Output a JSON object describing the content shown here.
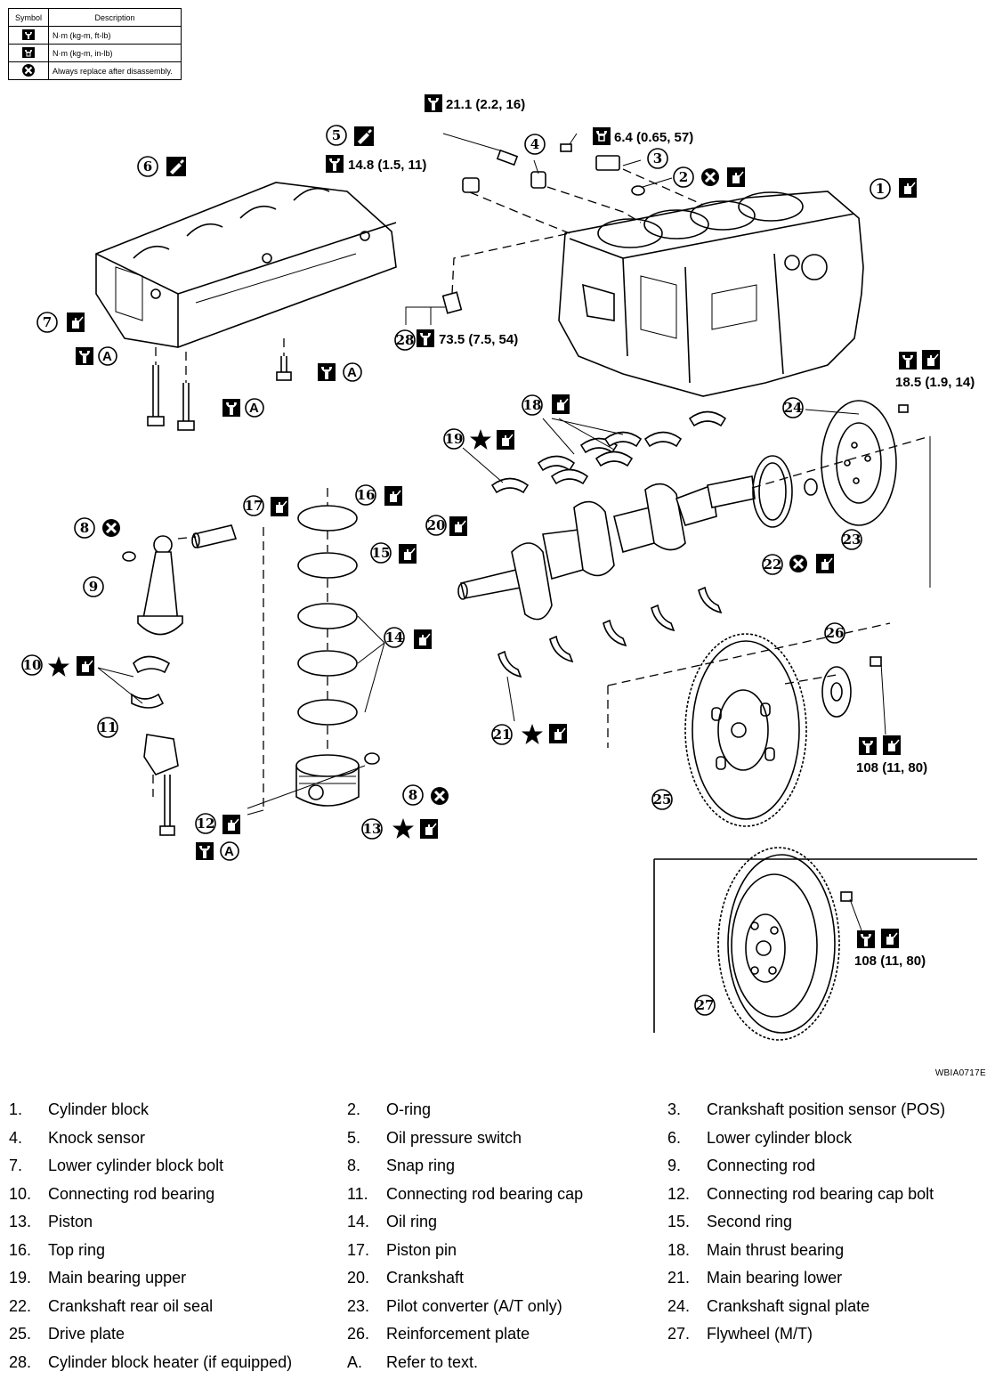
{
  "legend": {
    "headers": [
      "Symbol",
      "Description"
    ],
    "rows": [
      {
        "icon": "torque-wrench-icon",
        "text": "N·m (kg-m, ft-lb)"
      },
      {
        "icon": "torque-wrench-inlb-icon",
        "text": "N·m (kg-m, in-lb)"
      },
      {
        "icon": "always-replace-icon",
        "text": "Always replace after disassembly."
      }
    ]
  },
  "torques": {
    "t_21_1": "21.1 (2.2, 16)",
    "t_14_8": "14.8 (1.5, 11)",
    "t_6_4": "6.4 (0.65, 57)",
    "t_73_5": "73.5 (7.5, 54)",
    "t_18_5": "18.5 (1.9, 14)",
    "t_108_a": "108 (11, 80)",
    "t_108_b": "108 (11, 80)"
  },
  "callouts": {
    "c1": "1",
    "c2": "2",
    "c3": "3",
    "c4": "4",
    "c5": "5",
    "c6": "6",
    "c7": "7",
    "c8a": "8",
    "c8b": "8",
    "c9": "9",
    "c10": "10",
    "c11": "11",
    "c12": "12",
    "c13": "13",
    "c14": "14",
    "c15": "15",
    "c16": "16",
    "c17": "17",
    "c18": "18",
    "c19": "19",
    "c20": "20",
    "c21": "21",
    "c22": "22",
    "c23": "23",
    "c24": "24",
    "c25": "25",
    "c26": "26",
    "c27": "27",
    "c28": "28"
  },
  "refA": "A",
  "figure_code": "WBIA0717E",
  "parts": [
    {
      "n": "1.",
      "label": "Cylinder block"
    },
    {
      "n": "2.",
      "label": "O-ring"
    },
    {
      "n": "3.",
      "label": "Crankshaft position sensor (POS)"
    },
    {
      "n": "4.",
      "label": "Knock sensor"
    },
    {
      "n": "5.",
      "label": "Oil pressure switch"
    },
    {
      "n": "6.",
      "label": "Lower cylinder block"
    },
    {
      "n": "7.",
      "label": "Lower cylinder block bolt"
    },
    {
      "n": "8.",
      "label": "Snap ring"
    },
    {
      "n": "9.",
      "label": "Connecting rod"
    },
    {
      "n": "10.",
      "label": "Connecting rod bearing"
    },
    {
      "n": "11.",
      "label": "Connecting rod bearing cap"
    },
    {
      "n": "12.",
      "label": "Connecting rod bearing cap bolt"
    },
    {
      "n": "13.",
      "label": "Piston"
    },
    {
      "n": "14.",
      "label": "Oil ring"
    },
    {
      "n": "15.",
      "label": "Second ring"
    },
    {
      "n": "16.",
      "label": "Top ring"
    },
    {
      "n": "17.",
      "label": "Piston pin"
    },
    {
      "n": "18.",
      "label": "Main thrust bearing"
    },
    {
      "n": "19.",
      "label": "Main bearing upper"
    },
    {
      "n": "20.",
      "label": "Crankshaft"
    },
    {
      "n": "21.",
      "label": "Main bearing lower"
    },
    {
      "n": "22.",
      "label": "Crankshaft rear oil seal"
    },
    {
      "n": "23.",
      "label": "Pilot converter (A/T only)"
    },
    {
      "n": "24.",
      "label": "Crankshaft signal plate"
    },
    {
      "n": "25.",
      "label": "Drive plate"
    },
    {
      "n": "26.",
      "label": "Reinforcement plate"
    },
    {
      "n": "27.",
      "label": "Flywheel (M/T)"
    },
    {
      "n": "28.",
      "label": "Cylinder block heater (if equipped)"
    },
    {
      "n": "A.",
      "label": "Refer to text."
    }
  ]
}
